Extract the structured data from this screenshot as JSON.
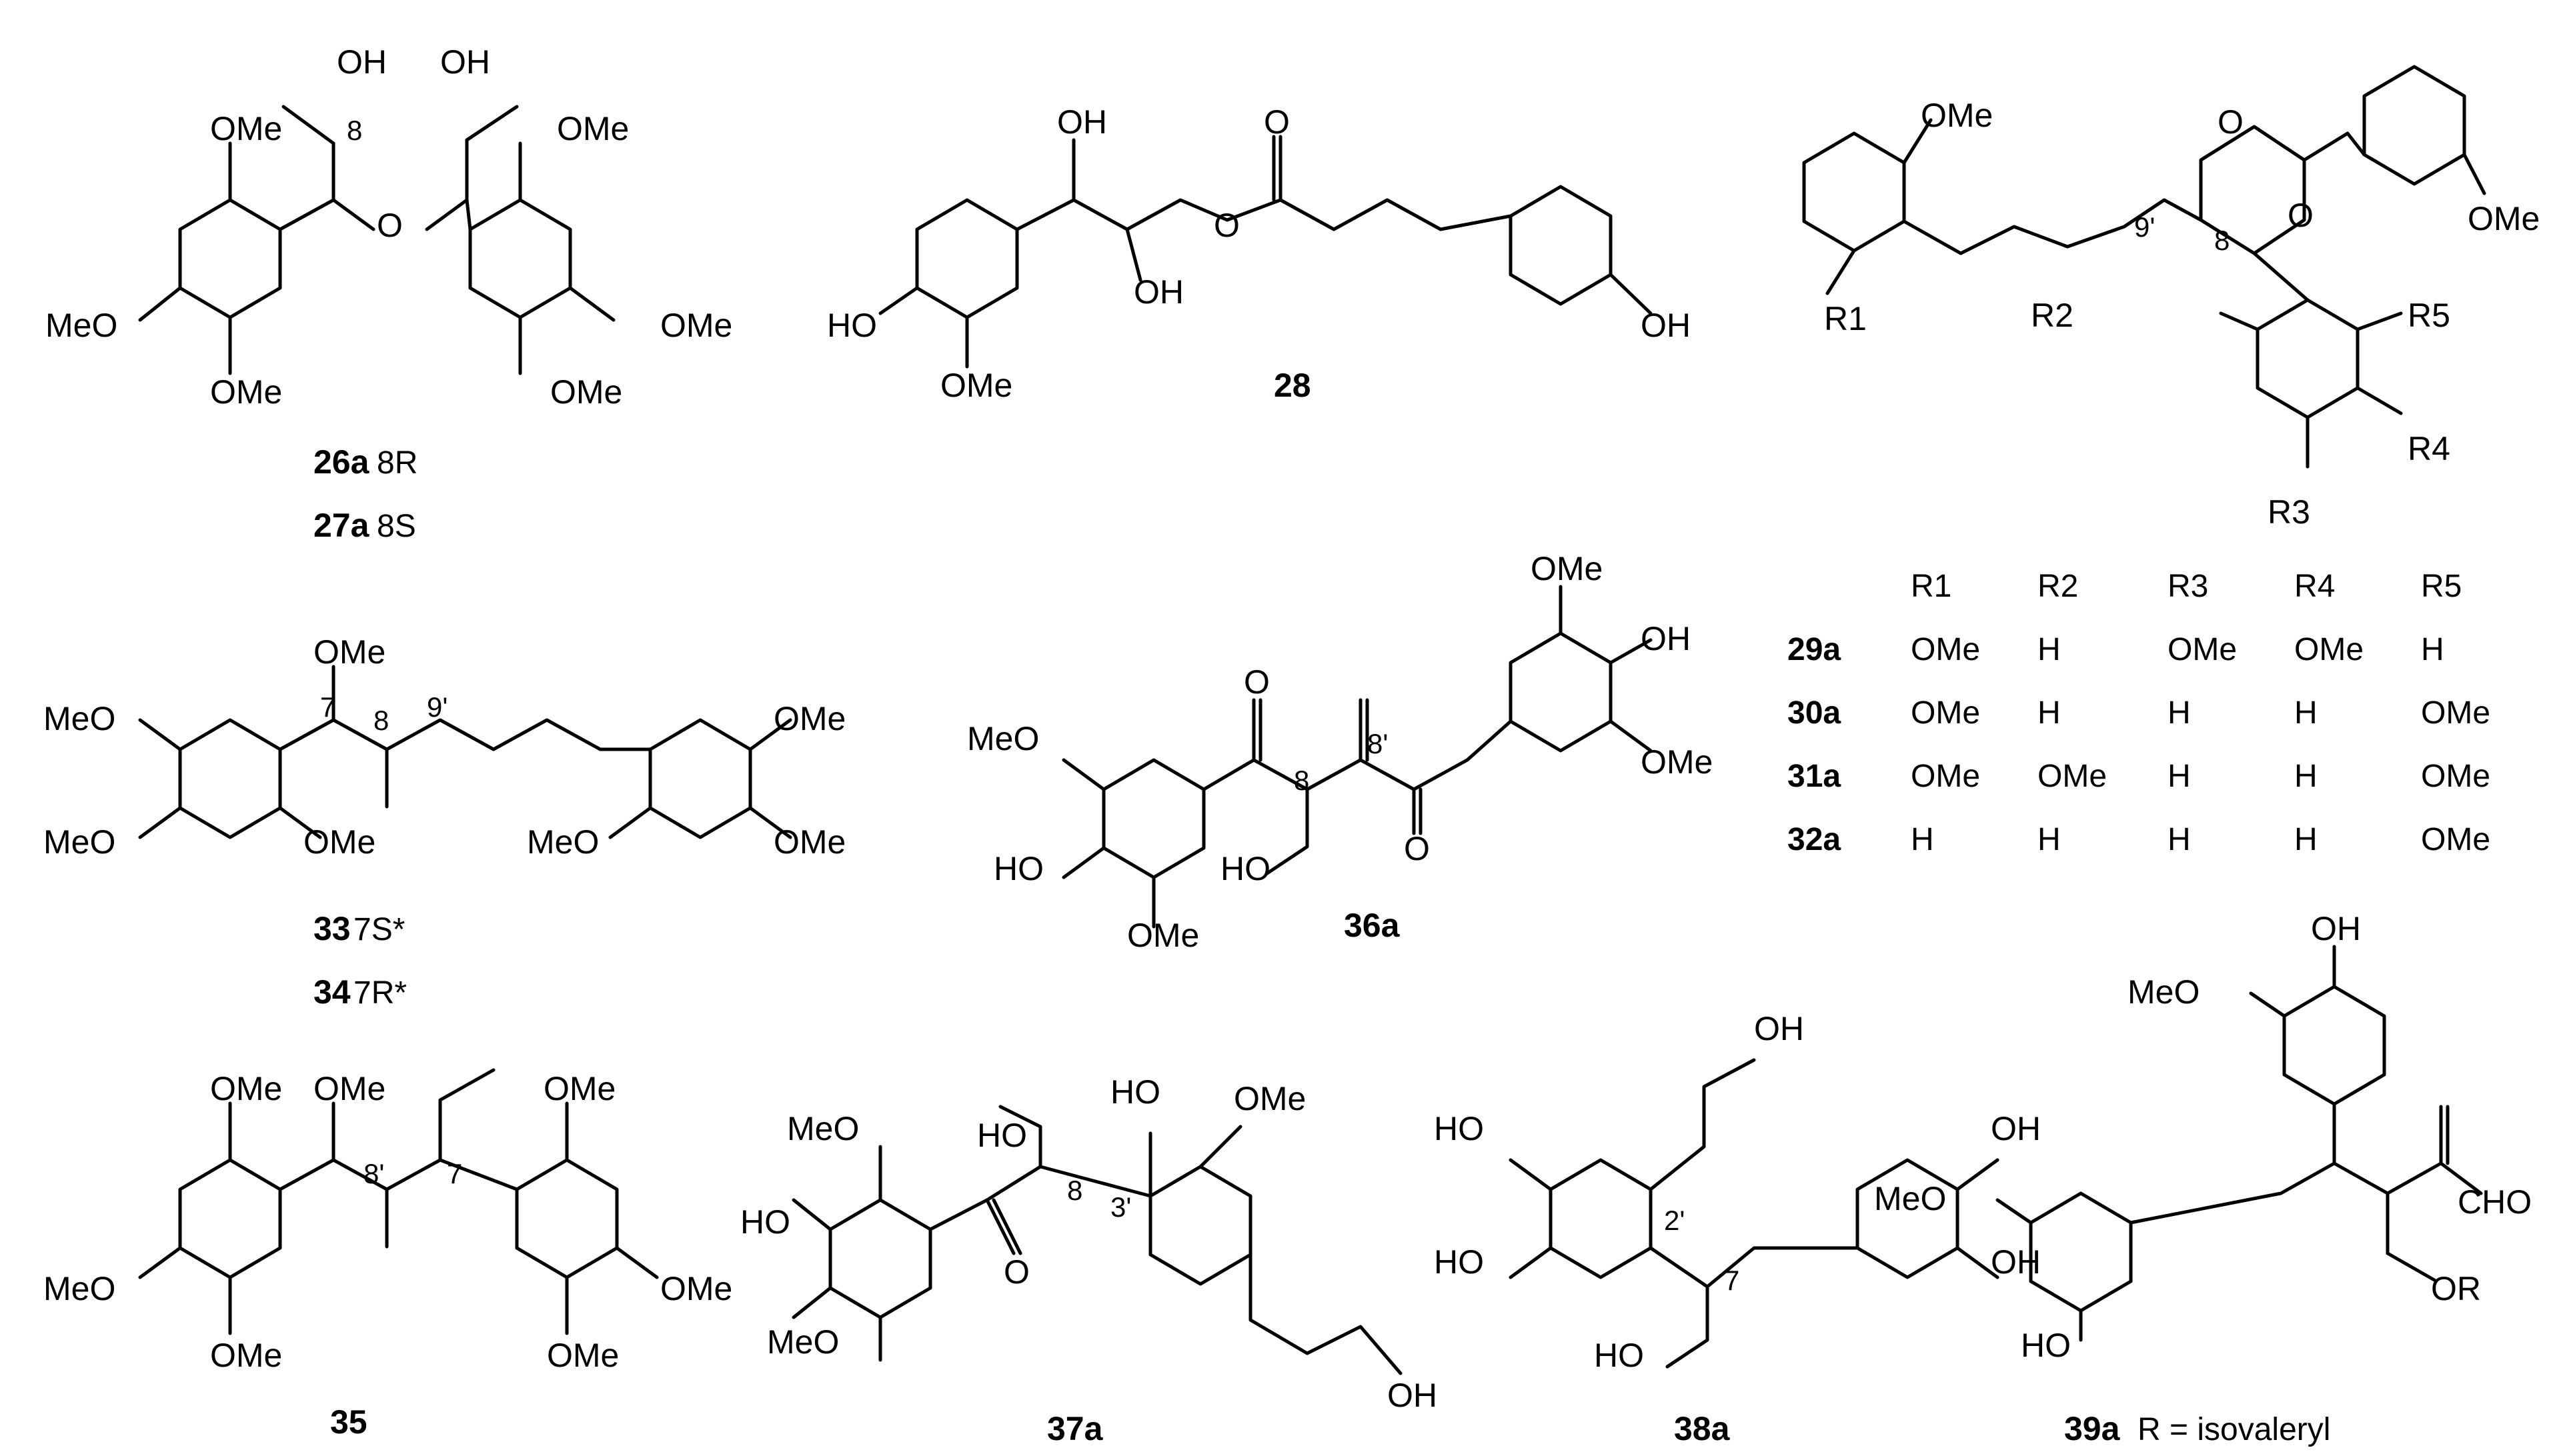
{
  "compounds": {
    "c26": {
      "id": "26a",
      "desc": " 8R"
    },
    "c27": {
      "id": "27a",
      "desc": " 8S"
    },
    "c28": {
      "id": "28"
    },
    "c33": {
      "id": "33",
      "desc": " 7S*"
    },
    "c34": {
      "id": "34",
      "desc": " 7R*"
    },
    "c35": {
      "id": "35"
    },
    "c36": {
      "id": "36a"
    },
    "c37": {
      "id": "37a"
    },
    "c38": {
      "id": "38a"
    },
    "c39": {
      "id": "39a",
      "desc": "R = isovaleryl"
    }
  },
  "labels": {
    "OMe": "OMe",
    "MeO": "MeO",
    "OH": "OH",
    "HO": "HO",
    "O": "O",
    "CHO": "CHO",
    "OR": "OR",
    "H": "H",
    "n7": "7",
    "n8": "8",
    "n9p": "9'",
    "n8p": "8'",
    "n2p": "2'",
    "n3p": "3'"
  },
  "rgroups": {
    "R1": "R1",
    "R2": "R2",
    "R3": "R3",
    "R4": "R4",
    "R5": "R5"
  },
  "table": {
    "headers": [
      "R1",
      "R2",
      "R3",
      "R4",
      "R5"
    ],
    "rows": [
      {
        "id": "29a",
        "cells": [
          "OMe",
          "H",
          "OMe",
          "OMe",
          "H"
        ]
      },
      {
        "id": "30a",
        "cells": [
          "OMe",
          "H",
          "H",
          "H",
          "OMe"
        ]
      },
      {
        "id": "31a",
        "cells": [
          "OMe",
          "OMe",
          "H",
          "H",
          "OMe"
        ]
      },
      {
        "id": "32a",
        "cells": [
          "H",
          "H",
          "H",
          "H",
          "OMe"
        ]
      }
    ]
  }
}
